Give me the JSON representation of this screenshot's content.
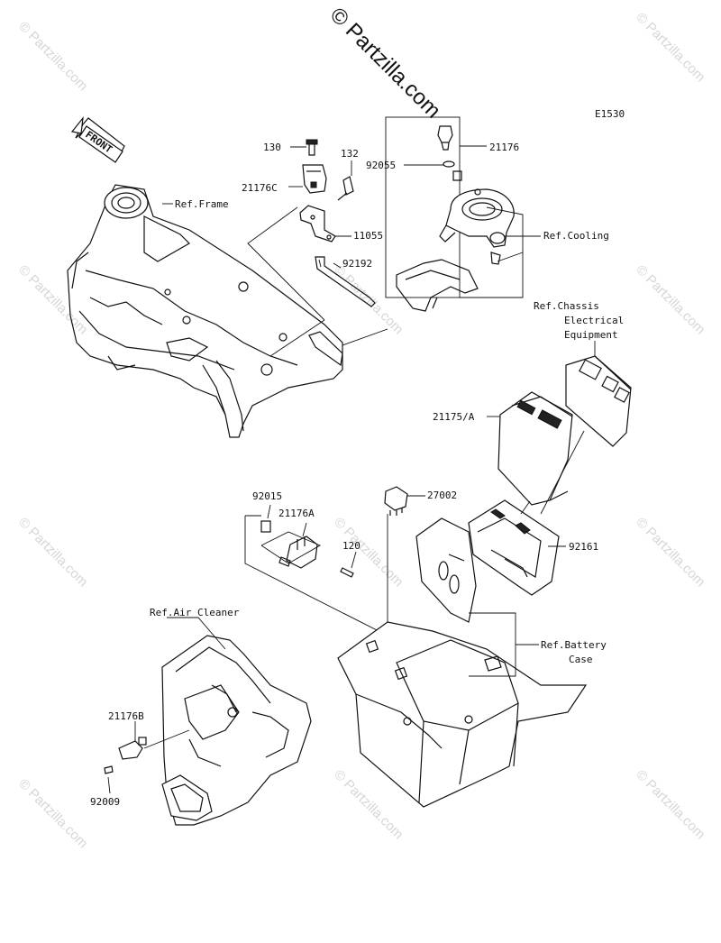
{
  "diagram_code": "E1530",
  "copyright_watermark": "© Partzilla.com",
  "background_watermark": "© Partzilla.com",
  "front_arrow": "FRONT",
  "labels": {
    "p130": "130",
    "p132": "132",
    "p21176C": "21176C",
    "p11055": "11055",
    "p92192": "92192",
    "p21176": "21176",
    "p92055": "92055",
    "ref_frame": "Ref.Frame",
    "ref_cooling": "Ref.Cooling",
    "ref_chassis_1": "Ref.Chassis",
    "ref_chassis_2": "Electrical",
    "ref_chassis_3": "Equipment",
    "p21175A": "21175/A",
    "p27002": "27002",
    "p92015": "92015",
    "p21176A": "21176A",
    "p120": "120",
    "p92161": "92161",
    "ref_air_cleaner": "Ref.Air Cleaner",
    "ref_battery_1": "Ref.Battery",
    "ref_battery_2": "Case",
    "p21176B": "21176B",
    "p92009": "92009"
  }
}
